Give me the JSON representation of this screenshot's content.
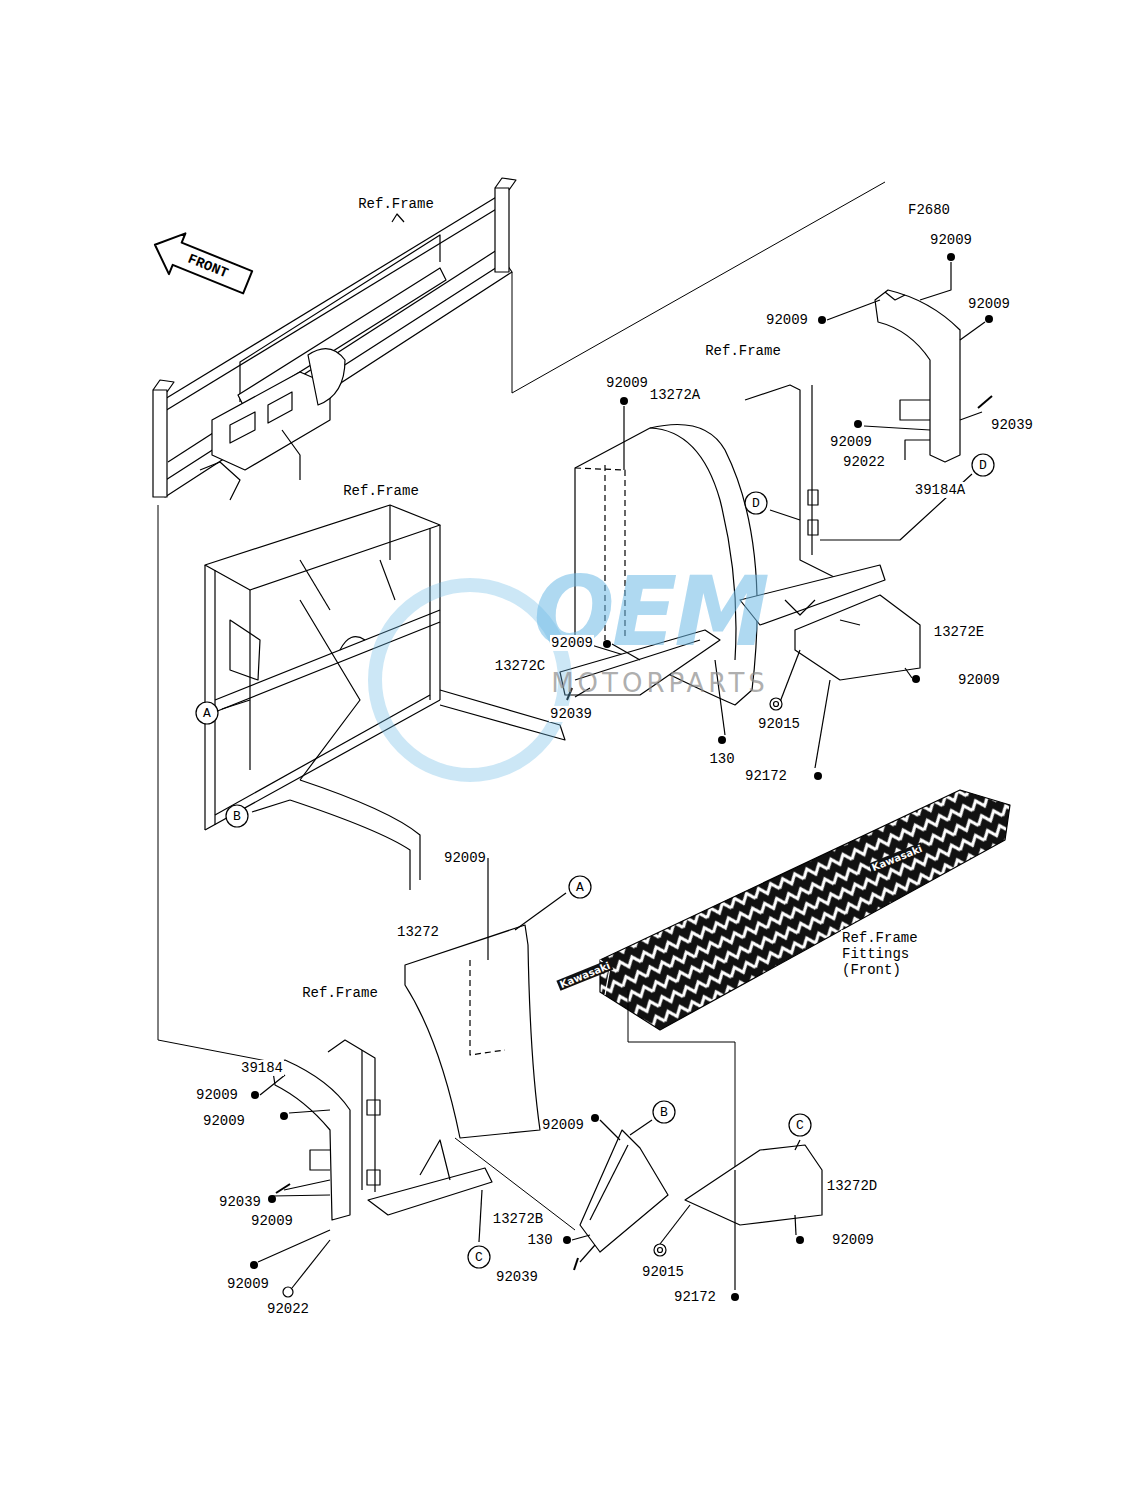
{
  "diagram": {
    "nodes": [
      {
        "text": [
          "D"
        ]
      },
      {
        "text": [
          "D"
        ]
      },
      {
        "text": [
          "A"
        ]
      },
      {
        "text": [
          "B"
        ]
      },
      {
        "text": [
          "A"
        ]
      },
      {
        "text": [
          "B"
        ]
      },
      {
        "text": [
          "C"
        ]
      },
      {
        "text": [
          "C"
        ]
      }
    ],
    "labels": [
      "Ref.Frame",
      "FRONT",
      "F2680",
      "92009",
      "92009",
      "92009",
      "Ref.Frame",
      "92009",
      "13272A",
      "92009",
      "92022",
      "92039",
      "39184A",
      "Ref.Frame",
      "OEM",
      "92009",
      "13272C",
      "13272E",
      "92009",
      "MOTORPARTS",
      "92039",
      "92015",
      "130",
      "92172",
      "92009",
      "Kawasaki",
      "13272",
      "Ref.Frame Fittings (Front)",
      "Kawasaki",
      "Ref.Frame",
      "39184",
      "92009",
      "92009",
      "92009",
      "13272D",
      "92039",
      "92009",
      "13272B",
      "130",
      "92009",
      "92015",
      "92039",
      "92009",
      "92172",
      "92022"
    ]
  }
}
